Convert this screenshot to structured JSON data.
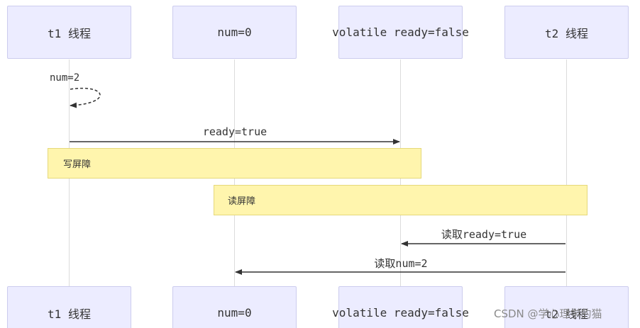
{
  "participants": [
    {
      "id": "t1",
      "label": "t1 线程"
    },
    {
      "id": "num",
      "label": "num=0"
    },
    {
      "id": "ready",
      "label": "volatile ready=false"
    },
    {
      "id": "t2",
      "label": "t2 线程"
    }
  ],
  "messages": {
    "self_num": "num=2",
    "ready_write": "ready=true",
    "read_ready": "读取ready=true",
    "read_num": "读取num=2"
  },
  "notes": {
    "write_barrier": "写屏障",
    "read_barrier": "读屏障"
  },
  "watermark": "CSDN @学心理学的猫",
  "colors": {
    "participant_fill": "#ececff",
    "participant_border": "#ccccee",
    "note_fill": "#fff5ad",
    "arrow": "#333333"
  }
}
